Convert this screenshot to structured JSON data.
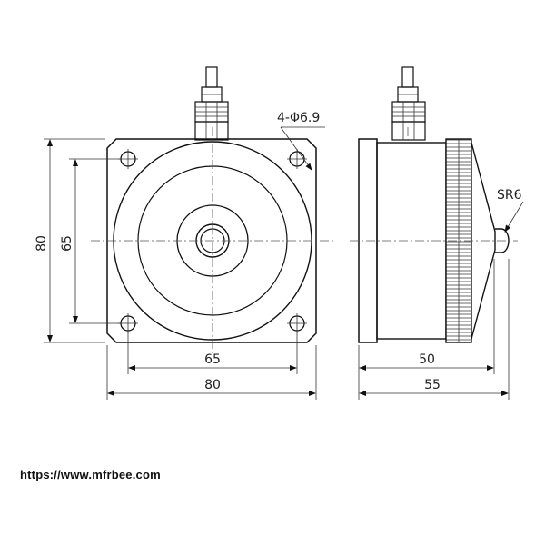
{
  "front_view": {
    "outer_width": "80",
    "hole_spacing_width": "65",
    "outer_height": "80",
    "hole_spacing_height": "65",
    "hole_callout": "4-Φ6.9"
  },
  "side_view": {
    "body_length": "50",
    "total_length": "55",
    "sphere_radius": "SR6"
  },
  "watermark": "https://www.mfrbee.com"
}
